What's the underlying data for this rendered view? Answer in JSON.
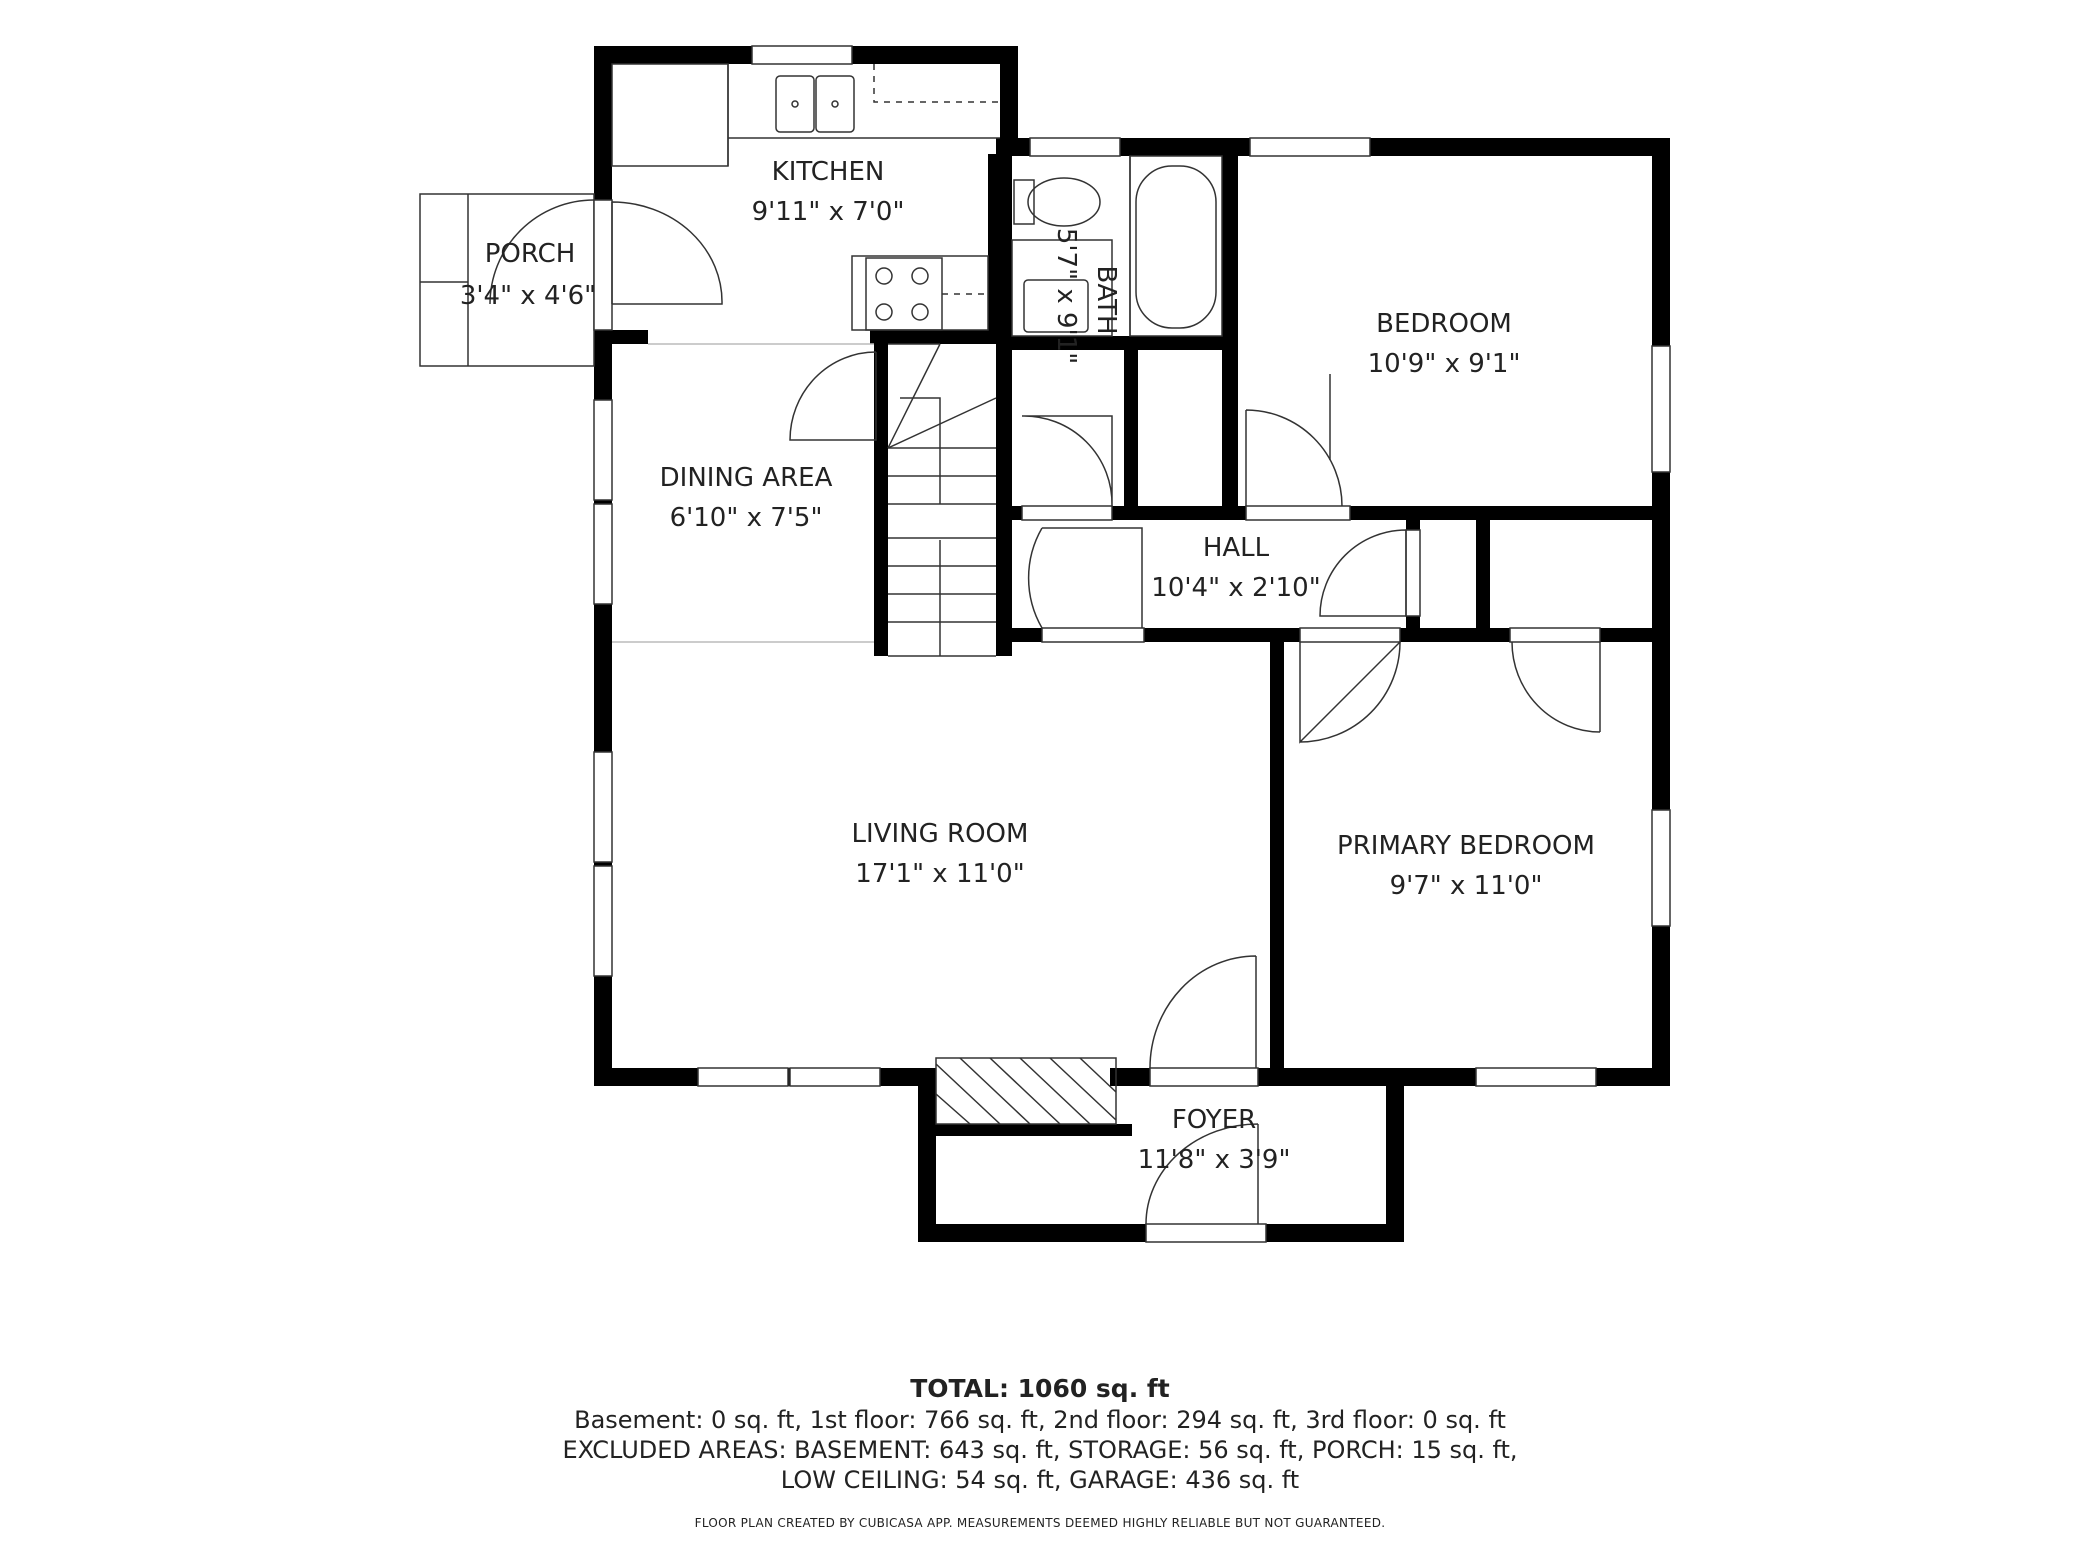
{
  "rooms": {
    "kitchen": {
      "name": "KITCHEN",
      "dim": "9'11\" x 7'0\""
    },
    "porch": {
      "name": "PORCH",
      "dim": "3'4\" x 4'6\""
    },
    "bath": {
      "name": "BATH",
      "dim": "5'7\" x 9'1\""
    },
    "bedroom": {
      "name": "BEDROOM",
      "dim": "10'9\" x 9'1\""
    },
    "dining": {
      "name": "DINING AREA",
      "dim": "6'10\" x 7'5\""
    },
    "hall": {
      "name": "HALL",
      "dim": "10'4\" x 2'10\""
    },
    "living": {
      "name": "LIVING ROOM",
      "dim": "17'1\" x 11'0\""
    },
    "primary": {
      "name": "PRIMARY BEDROOM",
      "dim": "9'7\" x 11'0\""
    },
    "foyer": {
      "name": "FOYER",
      "dim": "11'8\" x 3'9\""
    }
  },
  "summary": {
    "total": "TOTAL: 1060 sq. ft",
    "line1": "Basement: 0 sq. ft, 1st floor: 766 sq. ft, 2nd floor: 294 sq. ft, 3rd floor: 0 sq. ft",
    "line2": "EXCLUDED AREAS: BASEMENT: 643 sq. ft, STORAGE: 56 sq. ft, PORCH: 15 sq. ft,",
    "line3": "LOW CEILING: 54 sq. ft, GARAGE: 436 sq. ft",
    "disclaimer": "FLOOR PLAN CREATED BY CUBICASA APP. MEASUREMENTS DEEMED HIGHLY RELIABLE BUT NOT GUARANTEED."
  },
  "colors": {
    "wall": "#000000",
    "line": "#333333",
    "text": "#222222"
  }
}
